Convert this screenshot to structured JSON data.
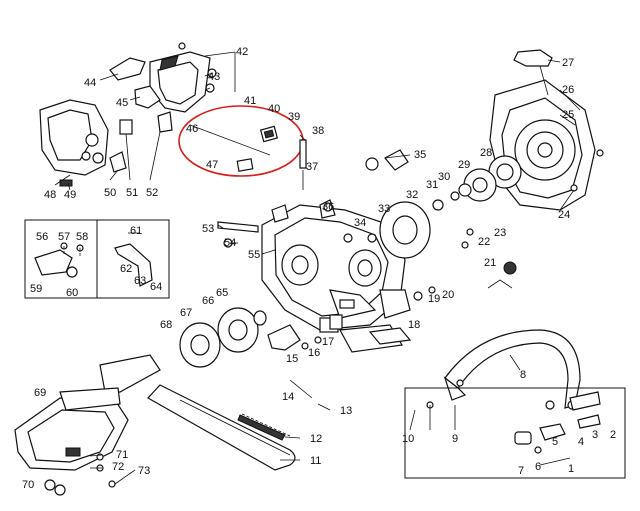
{
  "colors": {
    "ink": "#111111",
    "highlight": "#d21f1f"
  },
  "diagram": {
    "labels": {
      "p1": "1",
      "p2": "2",
      "p3": "3",
      "p4": "4",
      "p5": "5",
      "p6": "6",
      "p7": "7",
      "p8": "8",
      "p9": "9",
      "p10": "10",
      "p11": "11",
      "p12": "12",
      "p13": "13",
      "p14": "14",
      "p15": "15",
      "p16": "16",
      "p17": "17",
      "p18": "18",
      "p19": "19",
      "p20": "20",
      "p21": "21",
      "p22": "22",
      "p23": "23",
      "p24": "24",
      "p25": "25",
      "p26": "26",
      "p27": "27",
      "p28": "28",
      "p29": "29",
      "p30": "30",
      "p31": "31",
      "p32": "32",
      "p33": "33",
      "p34": "34",
      "p35": "35",
      "p36": "36",
      "p37": "37",
      "p38": "38",
      "p39": "39",
      "p40": "40",
      "p41": "41",
      "p42": "42",
      "p43": "43",
      "p44": "44",
      "p45": "45",
      "p46": "46",
      "p47": "47",
      "p48": "48",
      "p49": "49",
      "p50": "50",
      "p51": "51",
      "p52": "52",
      "p53": "53",
      "p54": "54",
      "p55": "55",
      "p56": "56",
      "p57": "57",
      "p58": "58",
      "p59": "59",
      "p60": "60",
      "p61": "61",
      "p62": "62",
      "p63": "63",
      "p64": "64",
      "p65": "65",
      "p66": "66",
      "p67": "67",
      "p68": "68",
      "p69": "69",
      "p70": "70",
      "p71": "71",
      "p72": "72",
      "p73": "73"
    }
  }
}
